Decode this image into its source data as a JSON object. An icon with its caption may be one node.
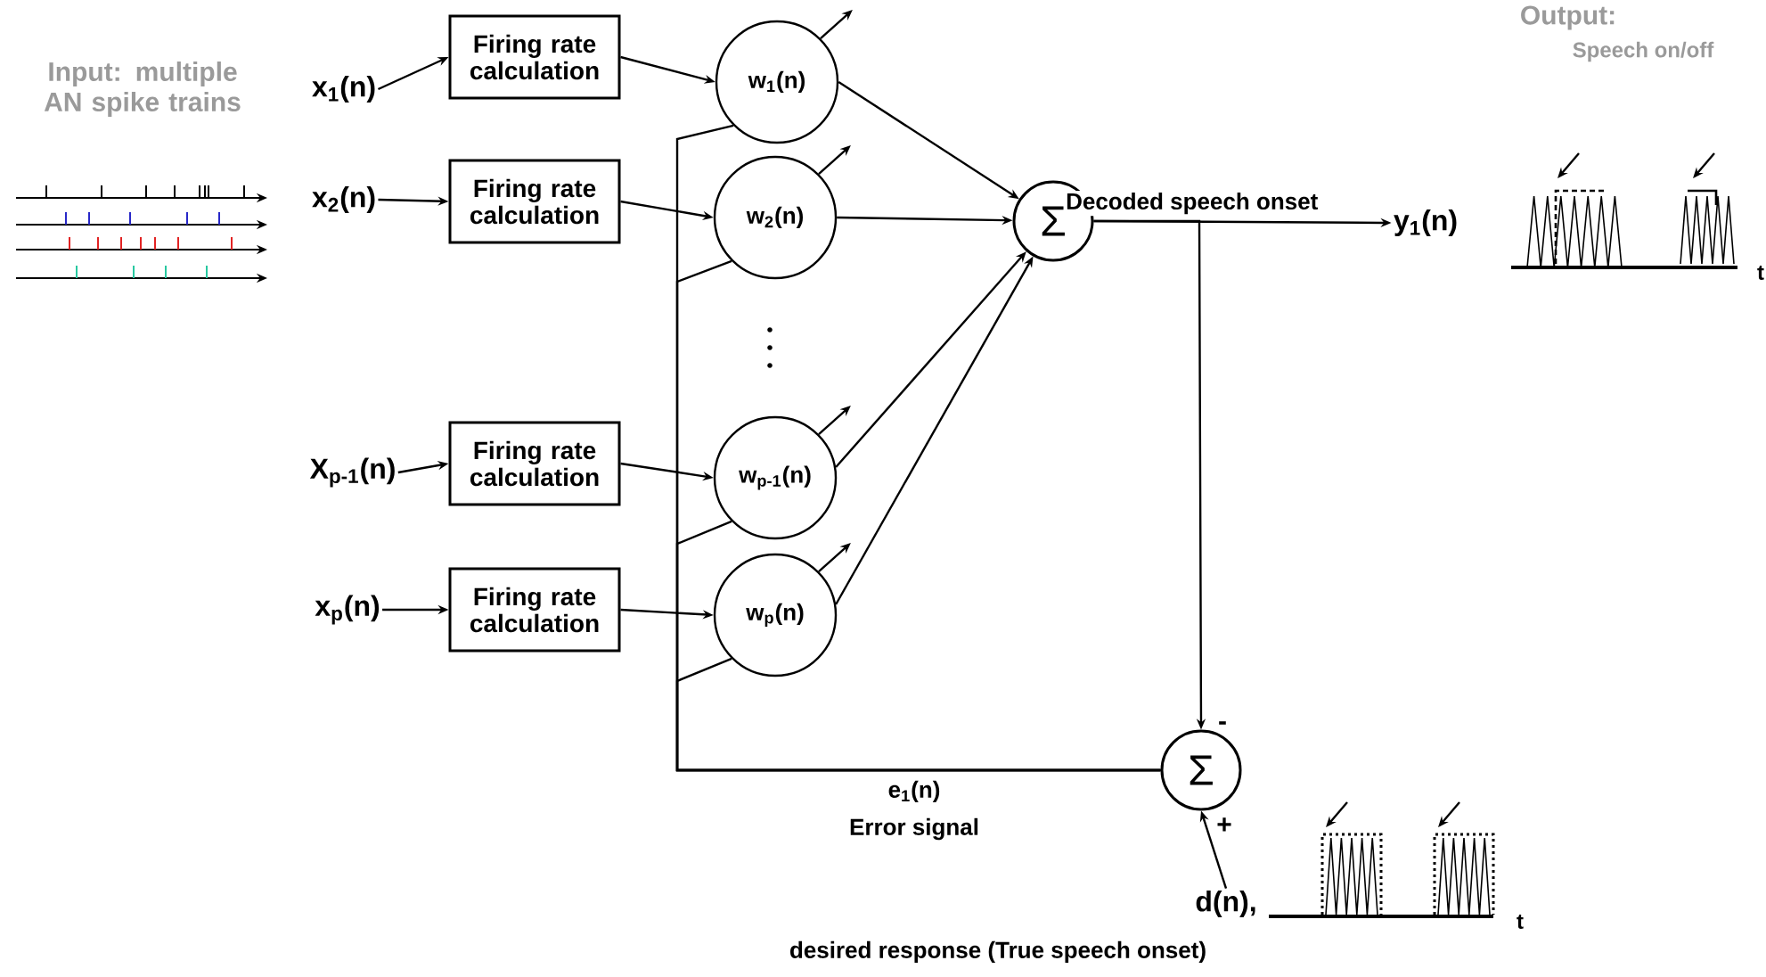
{
  "diagram": {
    "nodes": [
      {
        "text": [
          "x$_{1}$(n)"
        ]
      },
      {
        "text": [
          "Firing rate calculation"
        ]
      },
      {
        "text": [
          "w$_{1}$(n)"
        ]
      },
      {
        "text": [
          "x$_{2}$(n)"
        ]
      },
      {
        "text": [
          "Firing rate calculation"
        ]
      },
      {
        "text": [
          "w$_{2}$(n)"
        ]
      },
      {
        "text": [
          "X$_{p-1}$(n)"
        ]
      },
      {
        "text": [
          "Firing rate calculation"
        ]
      },
      {
        "text": [
          "w$_{p-1}$(n)"
        ]
      },
      {
        "text": [
          "x$_{p}$(n)"
        ]
      },
      {
        "text": [
          "Firing rate calculation"
        ]
      },
      {
        "text": [
          "w$_{p}$(n)"
        ]
      },
      {
        "text": [
          "Σ"
        ]
      },
      {
        "text": [
          "y$_{1}$(n)"
        ]
      },
      {
        "text": [
          "Σ"
        ]
      },
      {
        "text": [
          "d(n),"
        ]
      }
    ],
    "edges": [
      {
        "from": 0,
        "to": 1,
        "arrow": "to"
      },
      {
        "from": 1,
        "to": 2,
        "arrow": "to"
      },
      {
        "from": 3,
        "to": 4,
        "arrow": "to"
      },
      {
        "from": 4,
        "to": 5,
        "arrow": "to"
      },
      {
        "from": 6,
        "to": 7,
        "arrow": "to"
      },
      {
        "from": 7,
        "to": 8,
        "arrow": "to"
      },
      {
        "from": 9,
        "to": 10,
        "arrow": "to"
      },
      {
        "from": 10,
        "to": 11,
        "arrow": "to"
      },
      {
        "from": 2,
        "to": 12,
        "arrow": "to"
      },
      {
        "from": 5,
        "to": 12,
        "arrow": "to"
      },
      {
        "from": 8,
        "to": 12,
        "arrow": "to"
      },
      {
        "from": 11,
        "to": 12,
        "arrow": "to"
      },
      {
        "from": 12,
        "to": 13,
        "arrow": "to",
        "label": "Decoded speech onset"
      },
      {
        "from": 12,
        "to": 14,
        "arrow": "to"
      },
      {
        "from": 15,
        "to": 14,
        "arrow": "to"
      },
      {
        "from": 14,
        "to": 2,
        "arrow": "none"
      },
      {
        "from": 14,
        "to": 5,
        "arrow": "none"
      },
      {
        "from": 14,
        "to": 8,
        "arrow": "none"
      },
      {
        "from": 14,
        "to": 11,
        "arrow": "none"
      },
      {
        "from": 2,
        "to": null,
        "arrow": "to"
      },
      {
        "from": 5,
        "to": null,
        "arrow": "to"
      },
      {
        "from": 8,
        "to": null,
        "arrow": "to"
      },
      {
        "from": 11,
        "to": null,
        "arrow": "to"
      }
    ],
    "labels": [
      "Input: multiple AN spike trains",
      "Output:",
      "Speech on/off",
      "e$_{1}$(n)",
      "Error signal",
      "-",
      "+",
      "desired response  (True speech onset)",
      "t",
      "t"
    ]
  }
}
